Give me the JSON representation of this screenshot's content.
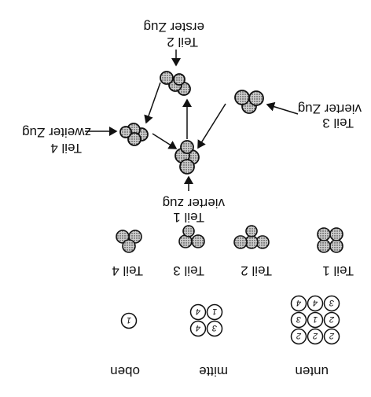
{
  "rows": {
    "oben": "oben",
    "mitte": "mitte",
    "unten": "unten"
  },
  "grids": {
    "unten": [
      "2",
      "2",
      "2",
      "2",
      "1",
      "3",
      "3",
      "4",
      "4"
    ],
    "mitte": [
      "3",
      "4",
      "1",
      "4"
    ],
    "oben": [
      "1"
    ]
  },
  "parts": {
    "teil1": "Teil 1",
    "teil2": "Teil 2",
    "teil3": "Teil 3",
    "teil4": "Teil 4"
  },
  "moves": {
    "center_top": "Teil 1",
    "center_bottom": "vierter zug",
    "left_top": "Teil 3",
    "left_bottom": "vierter Zug",
    "right_top": "Teil 4",
    "right_bottom": "zweiter Zug",
    "bottom_top": "Teil 2",
    "bottom_bottom": "erster Zug"
  },
  "colors": {
    "ink": "#111111",
    "ball_dark": "#2a2a2a"
  }
}
